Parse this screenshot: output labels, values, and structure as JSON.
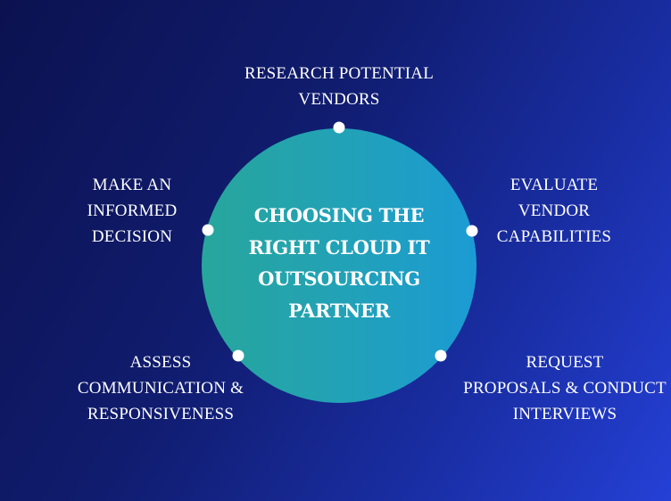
{
  "center": {
    "lines": [
      "CHOOSING THE",
      "RIGHT CLOUD IT",
      "OUTSOURCING",
      "PARTNER"
    ]
  },
  "steps": [
    {
      "lines": [
        "RESEARCH POTENTIAL",
        "VENDORS"
      ]
    },
    {
      "lines": [
        "EVALUATE",
        "VENDOR",
        "CAPABILITIES"
      ]
    },
    {
      "lines": [
        "REQUEST",
        "PROPOSALS & CONDUCT",
        "INTERVIEWS"
      ]
    },
    {
      "lines": [
        "ASSESS",
        "COMMUNICATION &",
        "RESPONSIVENESS"
      ]
    },
    {
      "lines": [
        "MAKE AN",
        "INFORMED",
        "DECISION"
      ]
    }
  ],
  "colors": {
    "background_start": "#0c1250",
    "background_end": "#2540d6",
    "circle_start": "#27a69c",
    "circle_end": "#1b9bd4",
    "dot": "#ffffff"
  }
}
